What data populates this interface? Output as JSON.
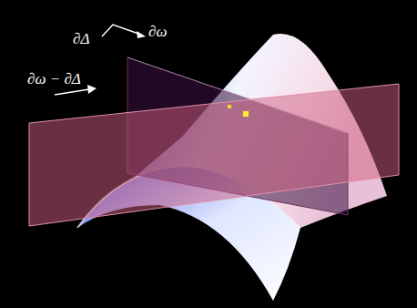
{
  "diagram": {
    "labels": [
      "∂Δ",
      "∂ω",
      "∂ω − ∂Δ"
    ]
  }
}
